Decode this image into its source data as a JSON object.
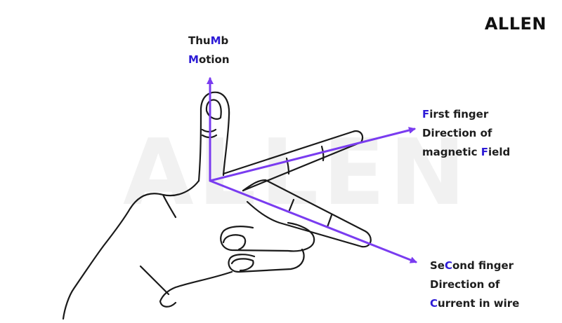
{
  "logo": "ALLEN",
  "watermark": "ALLEN",
  "colors": {
    "arrow": "#7a3cf0",
    "highlight": "#2d1bd6",
    "ink": "#1d1d1d"
  },
  "labels": {
    "thumb": [
      [
        {
          "t": "Thu"
        },
        {
          "t": "M",
          "hl": true
        },
        {
          "t": "b"
        }
      ],
      [
        {
          "t": "M",
          "hl": true
        },
        {
          "t": "otion"
        }
      ]
    ],
    "first": [
      [
        {
          "t": "F",
          "hl": true
        },
        {
          "t": "irst finger"
        }
      ],
      [
        {
          "t": "Direction of"
        }
      ],
      [
        {
          "t": "magnetic "
        },
        {
          "t": "F",
          "hl": true
        },
        {
          "t": "ield"
        }
      ]
    ],
    "second": [
      [
        {
          "t": "Se"
        },
        {
          "t": "C",
          "hl": true
        },
        {
          "t": "ond finger"
        }
      ],
      [
        {
          "t": "Direction of"
        }
      ],
      [
        {
          "t": "C",
          "hl": true
        },
        {
          "t": "urrent in wire"
        }
      ]
    ]
  }
}
